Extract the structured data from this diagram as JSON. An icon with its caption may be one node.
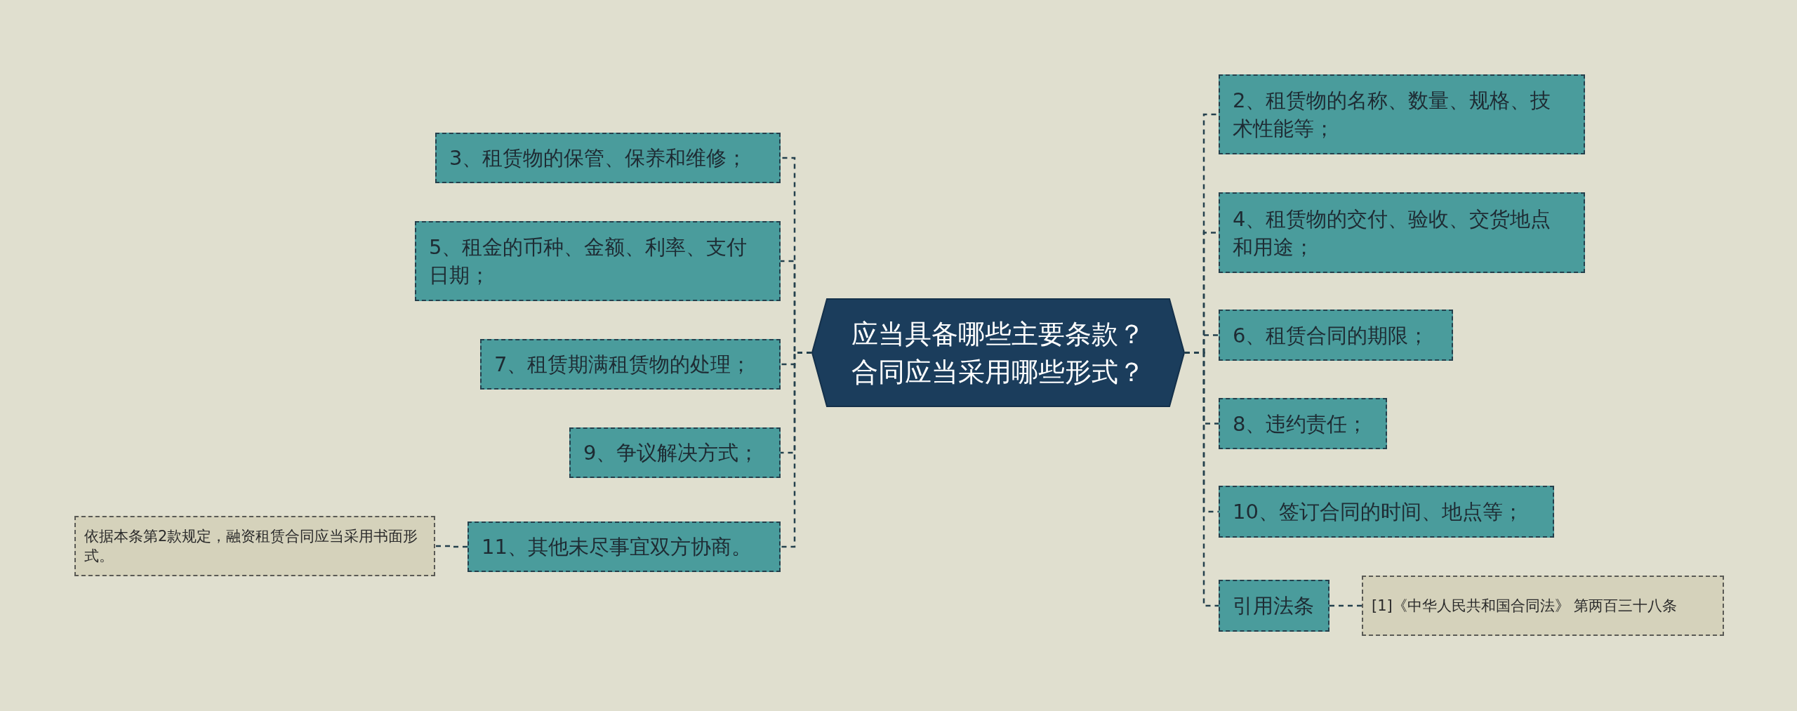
{
  "diagram": {
    "nodes": [
      {
        "text": [
          "应当具备哪些主要条款？合同应当采用哪些形式？"
        ]
      },
      {
        "text": [
          "3、租赁物的保管、保养和维修；"
        ]
      },
      {
        "text": [
          "5、租金的币种、金额、利率、支付日期；"
        ]
      },
      {
        "text": [
          "7、租赁期满租赁物的处理；"
        ]
      },
      {
        "text": [
          "9、争议解决方式；"
        ]
      },
      {
        "text": [
          "11、其他未尽事宜双方协商。"
        ]
      },
      {
        "text": [
          "依据本条第2款规定，融资租赁合同应当采用书面形式。"
        ]
      },
      {
        "text": [
          "2、租赁物的名称、数量、规格、技术性能等；"
        ]
      },
      {
        "text": [
          "4、租赁物的交付、验收、交货地点和用途；"
        ]
      },
      {
        "text": [
          "6、租赁合同的期限；"
        ]
      },
      {
        "text": [
          "8、违约责任；"
        ]
      },
      {
        "text": [
          "10、签订合同的时间、地点等；"
        ]
      },
      {
        "text": [
          "引用法条"
        ]
      },
      {
        "text": [
          "[1]《中华人民共和国合同法》 第两百三十八条"
        ]
      }
    ],
    "edges": [
      {
        "from": 0,
        "to": 1,
        "arrow": "none",
        "style": "dashed"
      },
      {
        "from": 0,
        "to": 2,
        "arrow": "none",
        "style": "dashed"
      },
      {
        "from": 0,
        "to": 3,
        "arrow": "none",
        "style": "dashed"
      },
      {
        "from": 0,
        "to": 4,
        "arrow": "none",
        "style": "dashed"
      },
      {
        "from": 0,
        "to": 5,
        "arrow": "none",
        "style": "dashed"
      },
      {
        "from": 5,
        "to": 6,
        "arrow": "none",
        "style": "dashed"
      },
      {
        "from": 0,
        "to": 7,
        "arrow": "none",
        "style": "dashed"
      },
      {
        "from": 0,
        "to": 8,
        "arrow": "none",
        "style": "dashed"
      },
      {
        "from": 0,
        "to": 9,
        "arrow": "none",
        "style": "dashed"
      },
      {
        "from": 0,
        "to": 10,
        "arrow": "none",
        "style": "dashed"
      },
      {
        "from": 0,
        "to": 11,
        "arrow": "none",
        "style": "dashed"
      },
      {
        "from": 0,
        "to": 12,
        "arrow": "none",
        "style": "dashed"
      },
      {
        "from": 12,
        "to": 13,
        "arrow": "none",
        "style": "dashed"
      }
    ]
  }
}
